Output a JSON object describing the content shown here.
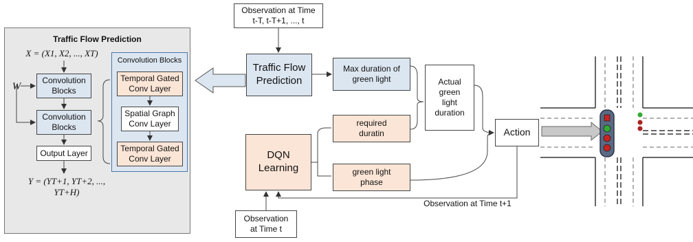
{
  "obs_top": "Observation at Time\nt-T, t-T+1, ..., t",
  "obs_bottom": "Observation\nat Time t",
  "obs_next": "Observation at Time t+1",
  "traffic_flow_prediction": "Traffic Flow\nPrediction",
  "max_duration": "Max duration of\ngreen light",
  "actual_duration": "Actual\ngreen\nlight\nduration",
  "required_duration": "required\nduratin",
  "green_phase": "green light\nphase",
  "dqn": "DQN\nLearning",
  "action": "Action",
  "panel": {
    "title": "Traffic Flow Prediction",
    "x_eq": "X = (X1, X2, ..., XT)",
    "w": "W",
    "conv1": "Convolution\nBlocks",
    "conv2": "Convolution\nBlocks",
    "output": "Output Layer",
    "y_eq": "Y = (YT+1, YT+2, ..., YT+H)",
    "inner_title": "Convolution Blocks",
    "temporal1": "Temporal Gated\nConv Layer",
    "spatial": "Spatial Graph\nConv Layer",
    "temporal2": "Temporal Gated\nConv Layer"
  },
  "colors": {
    "blue_box": "#dce6f1",
    "peach_box": "#fbe5d6",
    "panel_bg": "#e8e8e8",
    "light_green": "#33aa33",
    "light_red": "#cc2222"
  }
}
